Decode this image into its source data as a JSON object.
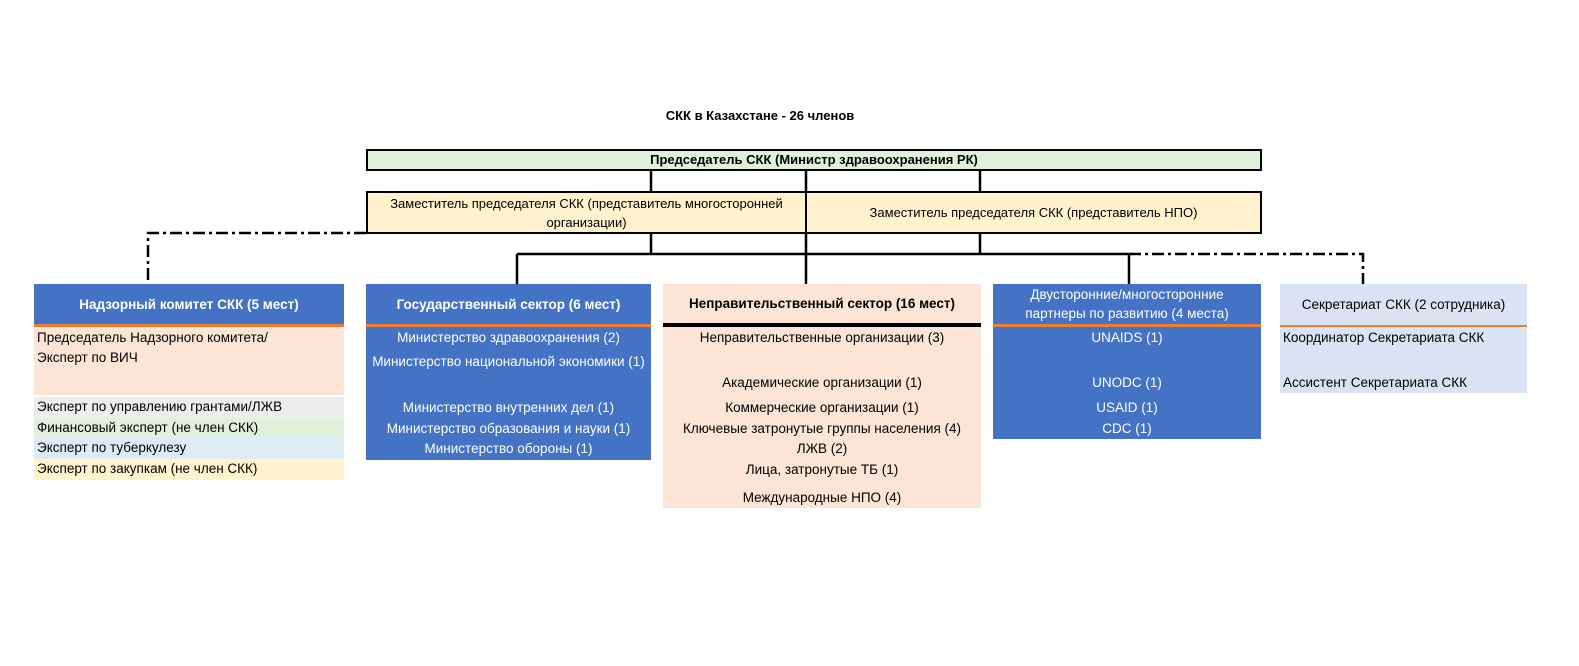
{
  "title": "СКК в Казахстане - 26 членов",
  "chair": "Председатель СКК (Министр здравоохранения РК)",
  "deputies": [
    "Заместитель председателя СКК (представитель многосторонней организации)",
    "Заместитель председателя СКК (представитель НПО)"
  ],
  "columns": {
    "oversight": {
      "header": "Надзорный комитет СКК (5 мест)",
      "rows": [
        {
          "text": "Председатель Надзорного комитета/ Эксперт по ВИЧ",
          "color": "#fce4d6"
        },
        {
          "text": "Эксперт по управлению грантами/ЛЖВ",
          "color": "#ededed"
        },
        {
          "text": "Финансовый эксперт (не член СКК)",
          "color": "#e2efda"
        },
        {
          "text": "Эксперт по туберкулезу",
          "color": "#ddebf7"
        },
        {
          "text": "Эксперт по закупкам (не член СКК)",
          "color": "#fff2cc"
        }
      ]
    },
    "government": {
      "header": "Государственный сектор (6 мест)",
      "items": [
        "Министерство здравоохранения (2)",
        "Министерство национальной экономики (1)",
        "Министерство внутренних дел (1)",
        "Министерство образования и науки (1)",
        "Министерство обороны (1)"
      ]
    },
    "ngo": {
      "header": "Неправительственный сектор (16 мест)",
      "items": [
        "Неправительственные организации (3)",
        "Академические организации (1)",
        "Коммерческие организации (1)",
        "Ключевые затронутые группы населения (4)",
        "ЛЖВ (2)",
        "Лица, затронутые ТБ (1)",
        "Международные НПО (4)"
      ]
    },
    "partners": {
      "header": "Двусторонние/многосторонние партнеры по развитию (4 места)",
      "items": [
        "UNAIDS (1)",
        "UNODC (1)",
        "USAID (1)",
        "CDC (1)"
      ]
    },
    "secretariat": {
      "header": "Секретариат СКК (2 сотрудника)",
      "items": [
        "Координатор Секретариата СКК",
        "Ассистент Секретариата СКК"
      ]
    }
  }
}
